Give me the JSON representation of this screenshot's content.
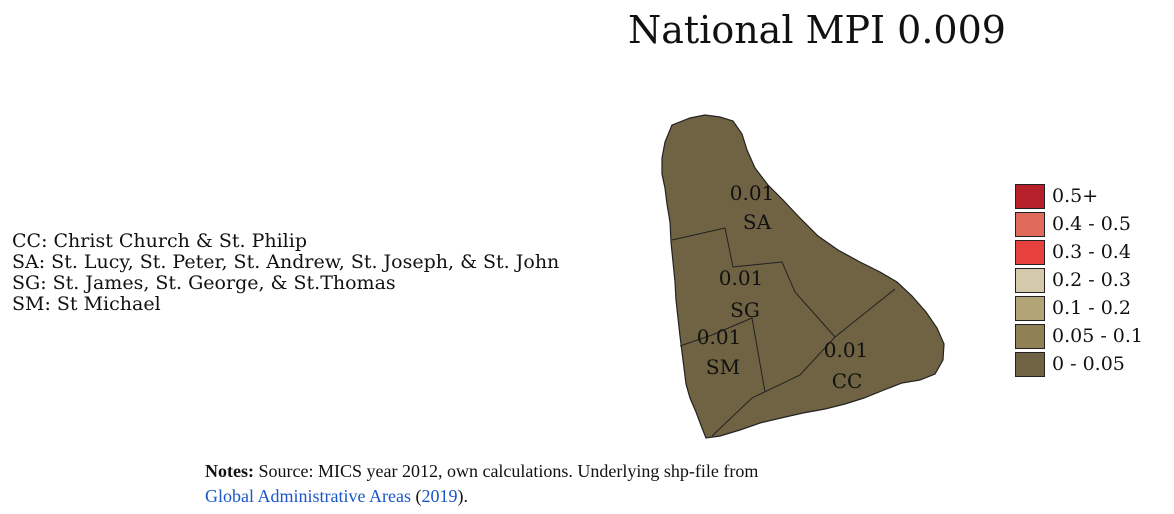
{
  "title": "National MPI 0.009",
  "abbreviations": [
    "CC: Christ Church & St. Philip",
    "SA: St. Lucy, St. Peter, St. Andrew, St. Joseph, & St. John",
    "SG: St. James, St. George, & St.Thomas",
    "SM: St Michael"
  ],
  "regions": [
    {
      "code": "SA",
      "value": "0.01"
    },
    {
      "code": "SG",
      "value": "0.01"
    },
    {
      "code": "SM",
      "value": "0.01"
    },
    {
      "code": "CC",
      "value": "0.01"
    }
  ],
  "legend": [
    {
      "label": "0.5+",
      "color": "#b5202a"
    },
    {
      "label": "0.4 - 0.5",
      "color": "#e06a5c"
    },
    {
      "label": "0.3 - 0.4",
      "color": "#e8403d"
    },
    {
      "label": "0.2 - 0.3",
      "color": "#d4c9aa"
    },
    {
      "label": "0.1 - 0.2",
      "color": "#b3a478"
    },
    {
      "label": "0.05 - 0.1",
      "color": "#8f8155"
    },
    {
      "label": "0 - 0.05",
      "color": "#6f6343"
    }
  ],
  "map_fill_color": "#6f6343",
  "notes": {
    "lead": "Notes:",
    "text": " Source: MICS year 2012, own calculations. Underlying shp-file from",
    "link_text": "Global Administrative Areas",
    "year_text": "2019",
    "open_paren": " (",
    "close": ")."
  }
}
